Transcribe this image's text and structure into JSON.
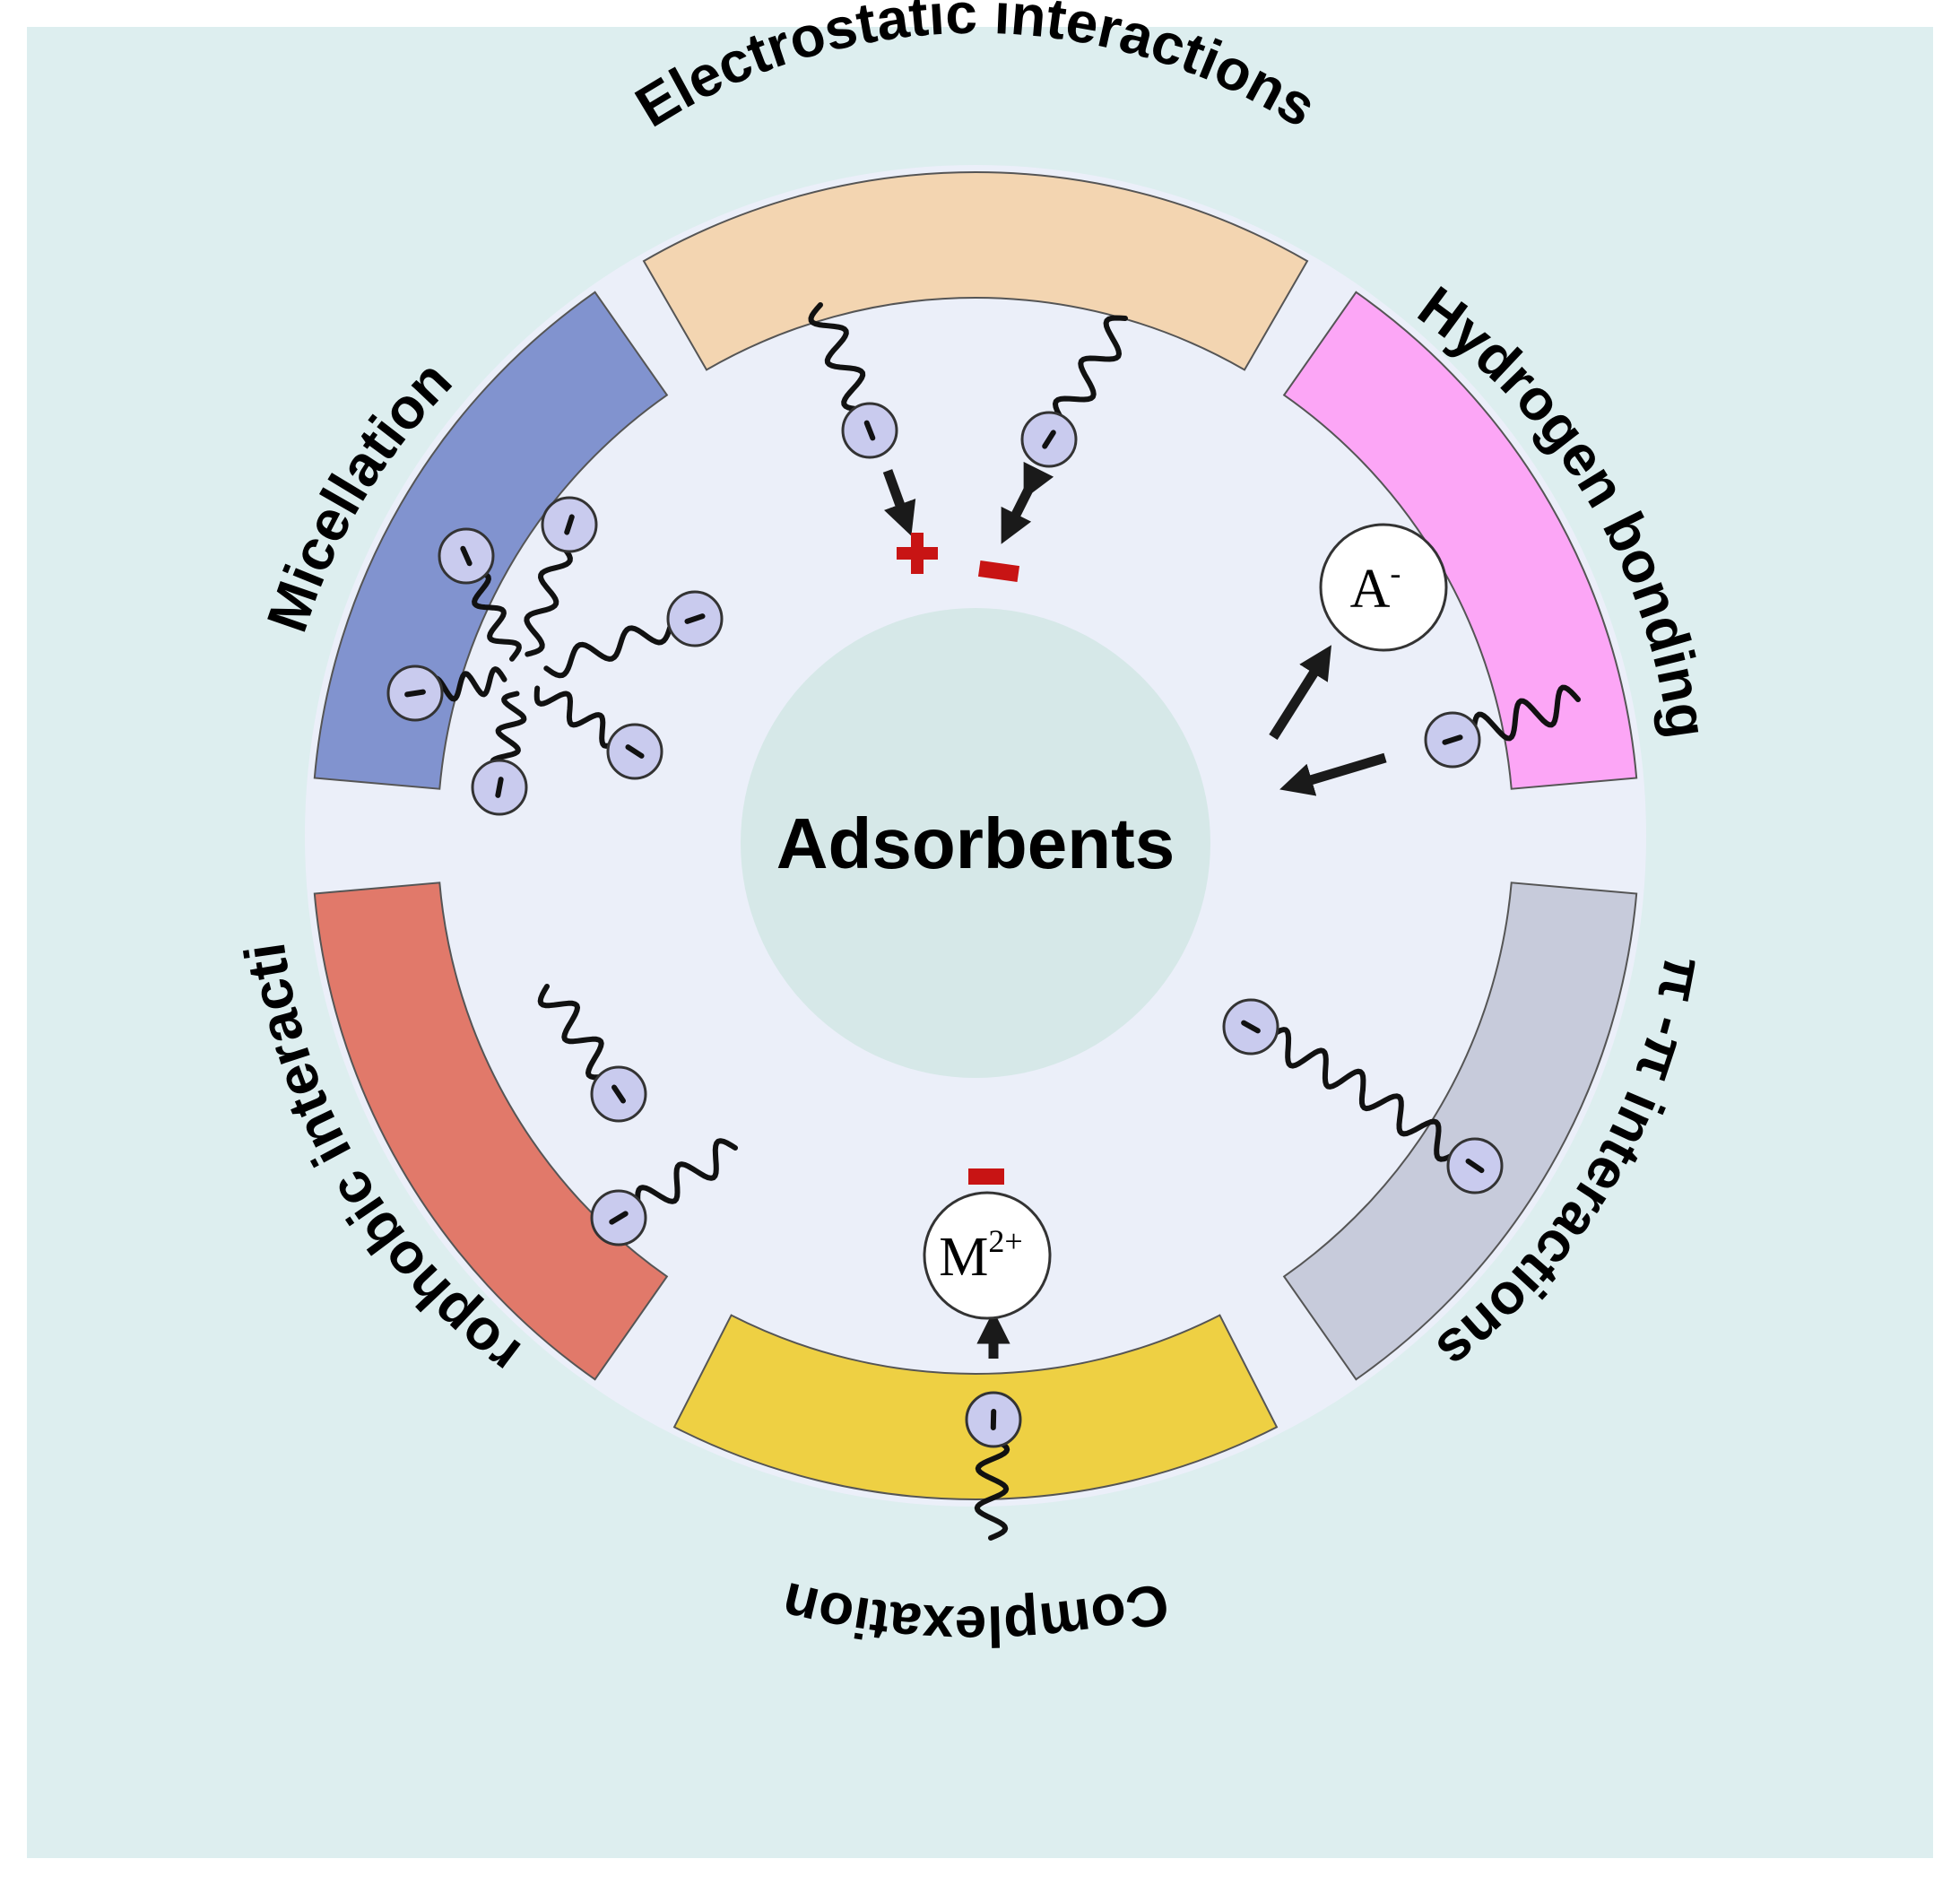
{
  "diagram": {
    "center_label": "Adsorbents",
    "mechanisms": [
      {
        "key": "electrostatic",
        "label": "Electrostatic interactions",
        "color": "#f3d5b1"
      },
      {
        "key": "hydrogen",
        "label": "Hydrogen bonding",
        "color": "#fca6f6"
      },
      {
        "key": "pi",
        "label": "π -π interactions",
        "color": "#c7cbdb"
      },
      {
        "key": "complexation",
        "label": "Complexation",
        "color": "#eed043"
      },
      {
        "key": "hydrophobic",
        "label": "Hydrophobic interactions",
        "color": "#e1796a"
      },
      {
        "key": "micellation",
        "label": "Micellation",
        "color": "#8193cf"
      }
    ],
    "ions": {
      "anion": "A",
      "anion_charge": "-",
      "metal": "M",
      "metal_charge": "2+"
    },
    "colors": {
      "background": "#ddeeef",
      "inner_disk": "#ebeff9",
      "center_disk": "#d6e8e8",
      "surfactant_head": "#c9cbee",
      "charge_mark": "#c81414",
      "arrow": "#1a1a1a"
    }
  }
}
